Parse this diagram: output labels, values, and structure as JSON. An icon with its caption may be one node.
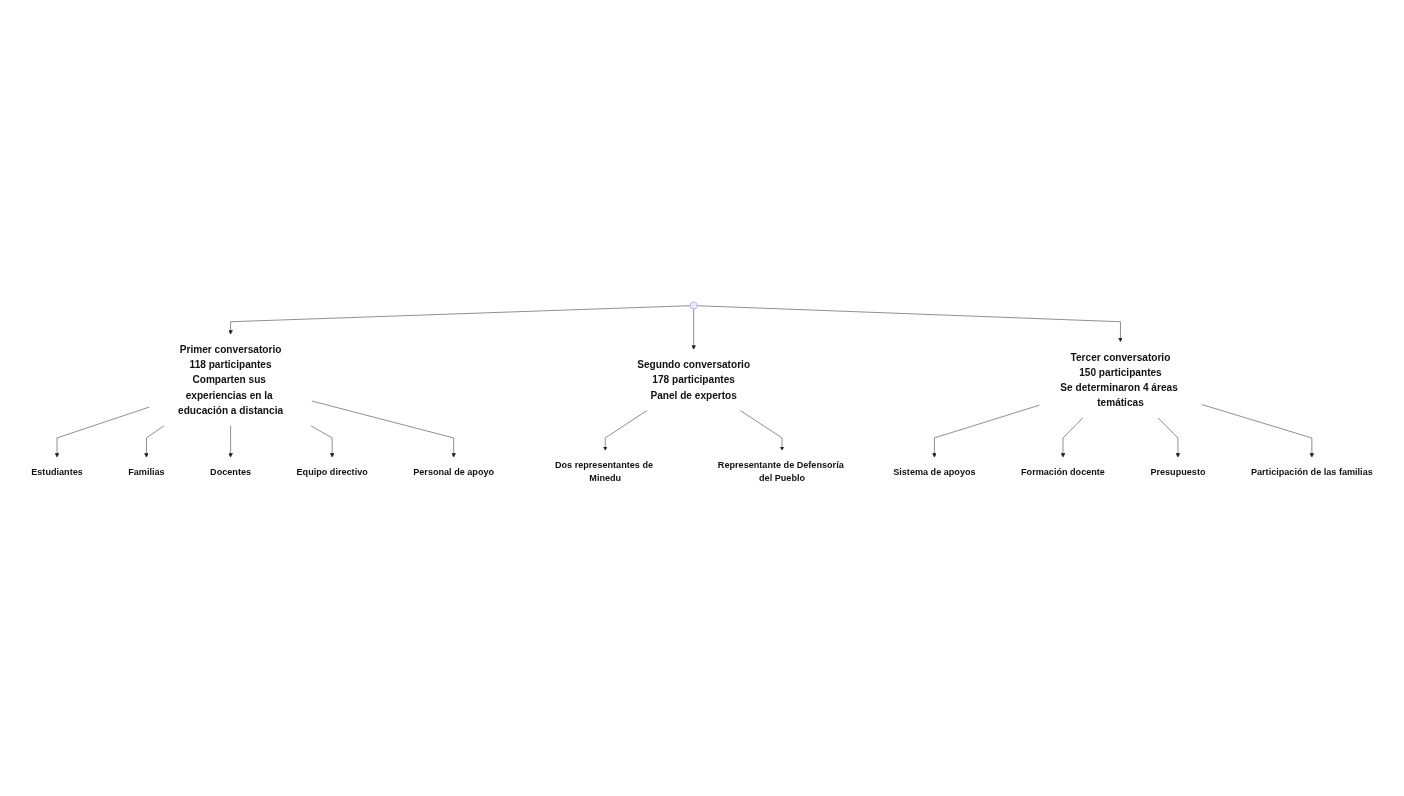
{
  "diagram": {
    "nodes": [
      {
        "text": [
          "Primer conversatorio",
          "118 participantes",
          "Comparten sus experiencias en la educación a distancia"
        ]
      },
      {
        "text": [
          "Estudiantes"
        ]
      },
      {
        "text": [
          "Familias"
        ]
      },
      {
        "text": [
          "Docentes"
        ]
      },
      {
        "text": [
          "Equipo directivo"
        ]
      },
      {
        "text": [
          "Personal de apoyo"
        ]
      },
      {
        "text": [
          "Tercer conversatorio",
          "150 participantes",
          "Se determinaron 4 áreas temáticas"
        ]
      },
      {
        "text": [
          "Sistema de apoyos"
        ]
      },
      {
        "text": [
          "Formación docente"
        ]
      },
      {
        "text": [
          "Presupuesto"
        ]
      },
      {
        "text": [
          "Participación de las familias"
        ]
      },
      {
        "text": [
          "Segundo conversatorio",
          "178 participantes",
          "Panel de expertos"
        ]
      },
      {
        "text": [
          "Dos representantes de Minedu"
        ]
      },
      {
        "text": [
          "Representante de Defensoría del Pueblo"
        ]
      }
    ],
    "edges": [
      {
        "from": null,
        "to": 0,
        "arrow": "to"
      },
      {
        "from": null,
        "to": 11,
        "arrow": "to"
      },
      {
        "from": null,
        "to": 6,
        "arrow": "to"
      },
      {
        "from": 0,
        "to": 1,
        "arrow": "to"
      },
      {
        "from": 0,
        "to": 2,
        "arrow": "to"
      },
      {
        "from": 0,
        "to": 3,
        "arrow": "to"
      },
      {
        "from": 0,
        "to": 4,
        "arrow": "to"
      },
      {
        "from": 0,
        "to": 5,
        "arrow": "to"
      },
      {
        "from": 6,
        "to": 7,
        "arrow": "to"
      },
      {
        "from": 6,
        "to": 8,
        "arrow": "to"
      },
      {
        "from": 6,
        "to": 9,
        "arrow": "to"
      },
      {
        "from": 6,
        "to": 10,
        "arrow": "to"
      },
      {
        "from": 11,
        "to": 12,
        "arrow": "to"
      },
      {
        "from": 11,
        "to": 13,
        "arrow": "to"
      }
    ]
  }
}
